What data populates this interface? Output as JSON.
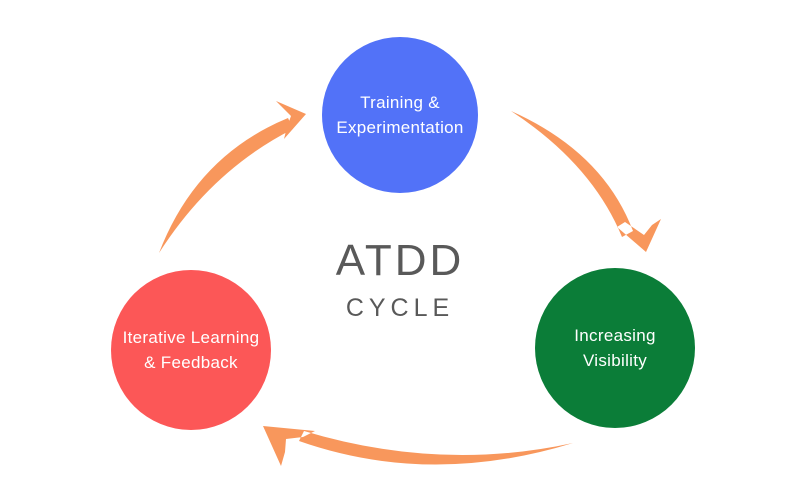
{
  "diagram": {
    "title": {
      "text": "ATDD",
      "subtitle": "CYCLE"
    },
    "nodes": [
      {
        "id": "training",
        "label": "Training &\nExperimentation"
      },
      {
        "id": "visibility",
        "label": "Increasing\nVisibility"
      },
      {
        "id": "learning",
        "label": "Iterative Learning\n& Feedback"
      }
    ],
    "colors": {
      "training": "#5272F8",
      "visibility": "#0B7D38",
      "learning": "#FC5757",
      "arrow": "#F8975C",
      "title": "#595959",
      "node_text": "#FFFFFF",
      "background": "#FFFFFF"
    }
  }
}
